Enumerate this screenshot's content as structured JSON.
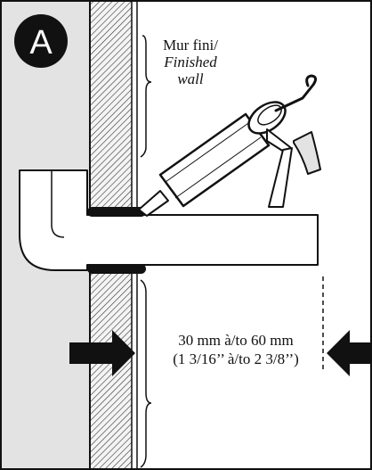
{
  "badge": {
    "letter": "A"
  },
  "labels": {
    "finished_wall_fr": "Mur fini/",
    "finished_wall_en_1": "Finished",
    "finished_wall_en_2": "wall",
    "distance_metric": "30 mm à/to 60 mm",
    "distance_imperial": "(1 3/16’’ à/to 2 3/8’’)"
  },
  "icons": {
    "tool": "caulking-gun-icon",
    "pipe": "elbow-pipe-icon",
    "left_arrow": "arrow-right-icon",
    "right_arrow": "arrow-left-icon"
  },
  "colors": {
    "wall_gray": "#e3e3e3",
    "ink": "#111111",
    "hatch": "#333333",
    "white": "#ffffff"
  }
}
